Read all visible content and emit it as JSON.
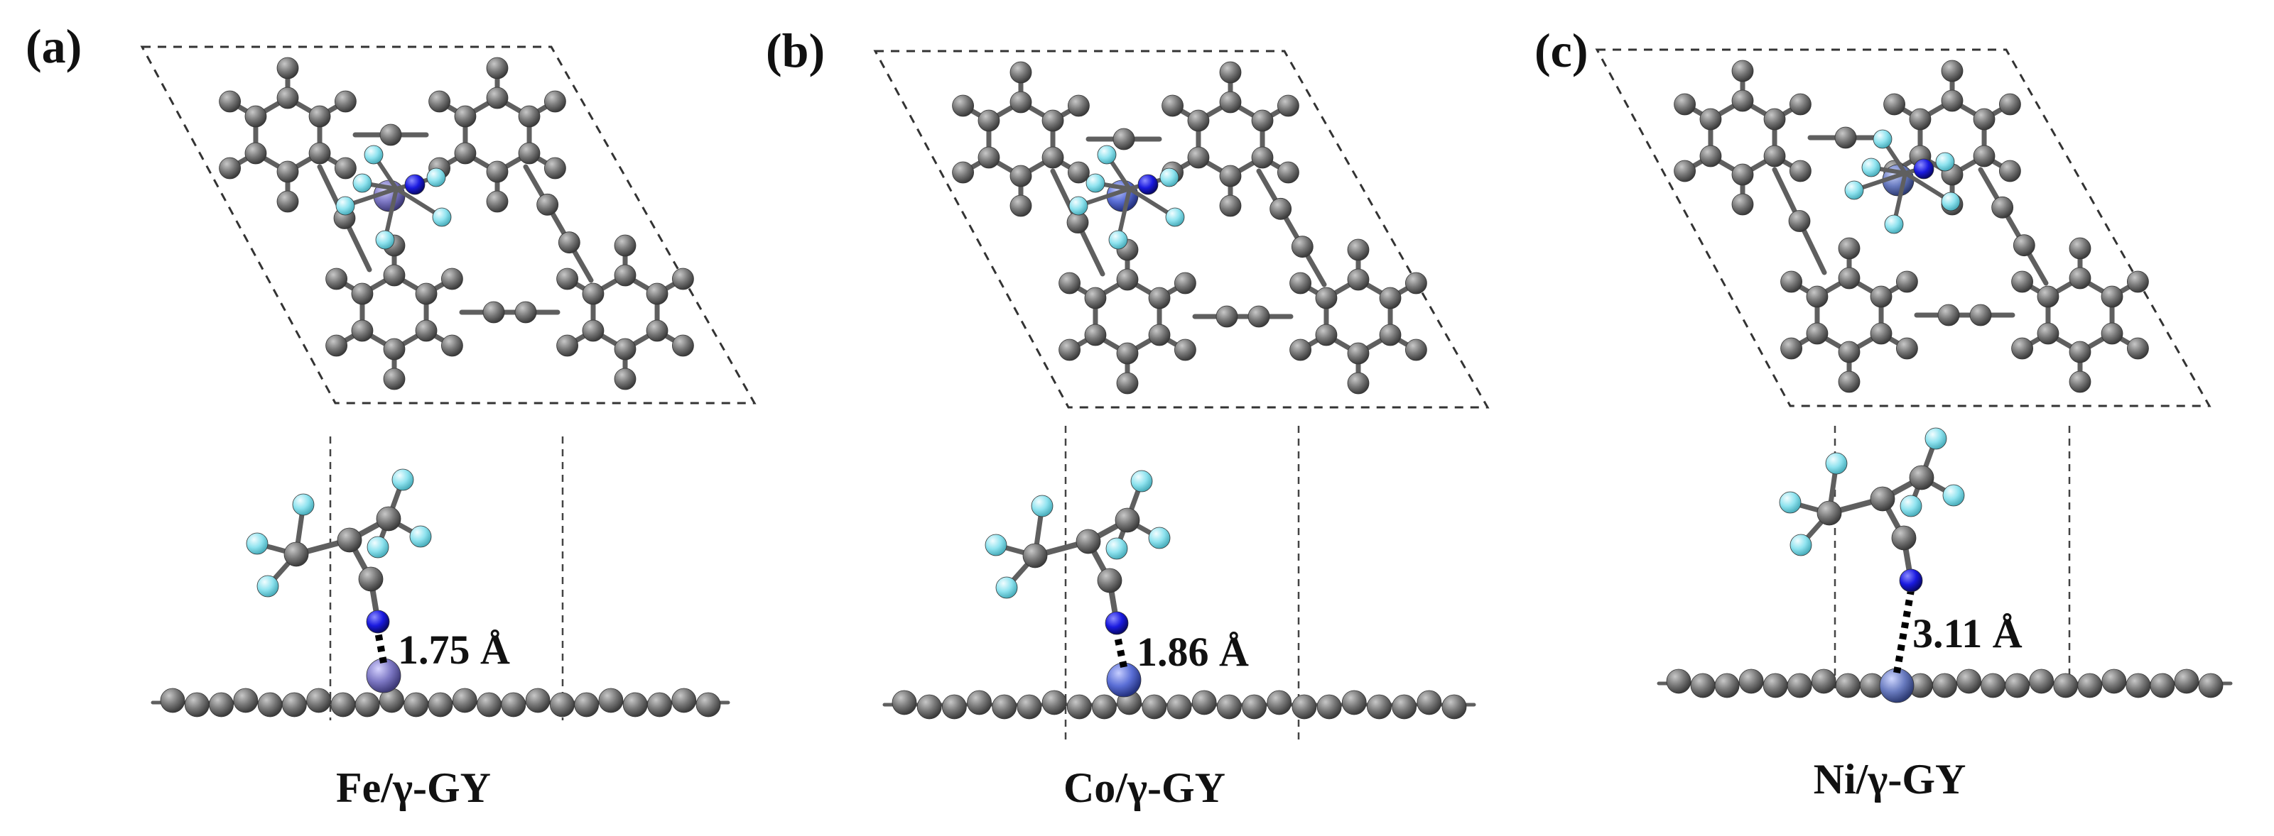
{
  "panels": [
    {
      "label": "(a)",
      "caption": "Fe/γ-GY",
      "distance": "1.75 Å",
      "metal": "Fe",
      "metal_color": "#7d78c4"
    },
    {
      "label": "(b)",
      "caption": "Co/γ-GY",
      "distance": "1.86 Å",
      "metal": "Co",
      "metal_color": "#5b6fd6"
    },
    {
      "label": "(c)",
      "caption": "Ni/γ-GY",
      "distance": "3.11 Å",
      "metal": "Ni",
      "metal_color": "#6a7cc0"
    }
  ],
  "colors": {
    "carbon": "#6f6f6f",
    "fluorine": "#8fe3ef",
    "nitrogen": "#1a1adf",
    "bond": "#5f5f5f",
    "cell_border": "#333333"
  }
}
